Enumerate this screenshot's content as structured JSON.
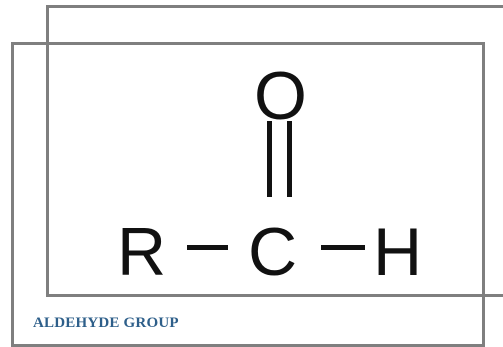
{
  "structure": {
    "atoms": {
      "oxygen": "O",
      "carbon": "C",
      "r_group": "R",
      "hydrogen": "H"
    },
    "bonds": {
      "carbon_oxygen": "double",
      "r_carbon": "single",
      "carbon_hydrogen": "single"
    }
  },
  "caption": {
    "text": "ALDEHYDE GROUP",
    "color": "#2e5f8a"
  },
  "colors": {
    "frame": "#7f7f7f",
    "ink": "#111111",
    "background": "#ffffff"
  }
}
